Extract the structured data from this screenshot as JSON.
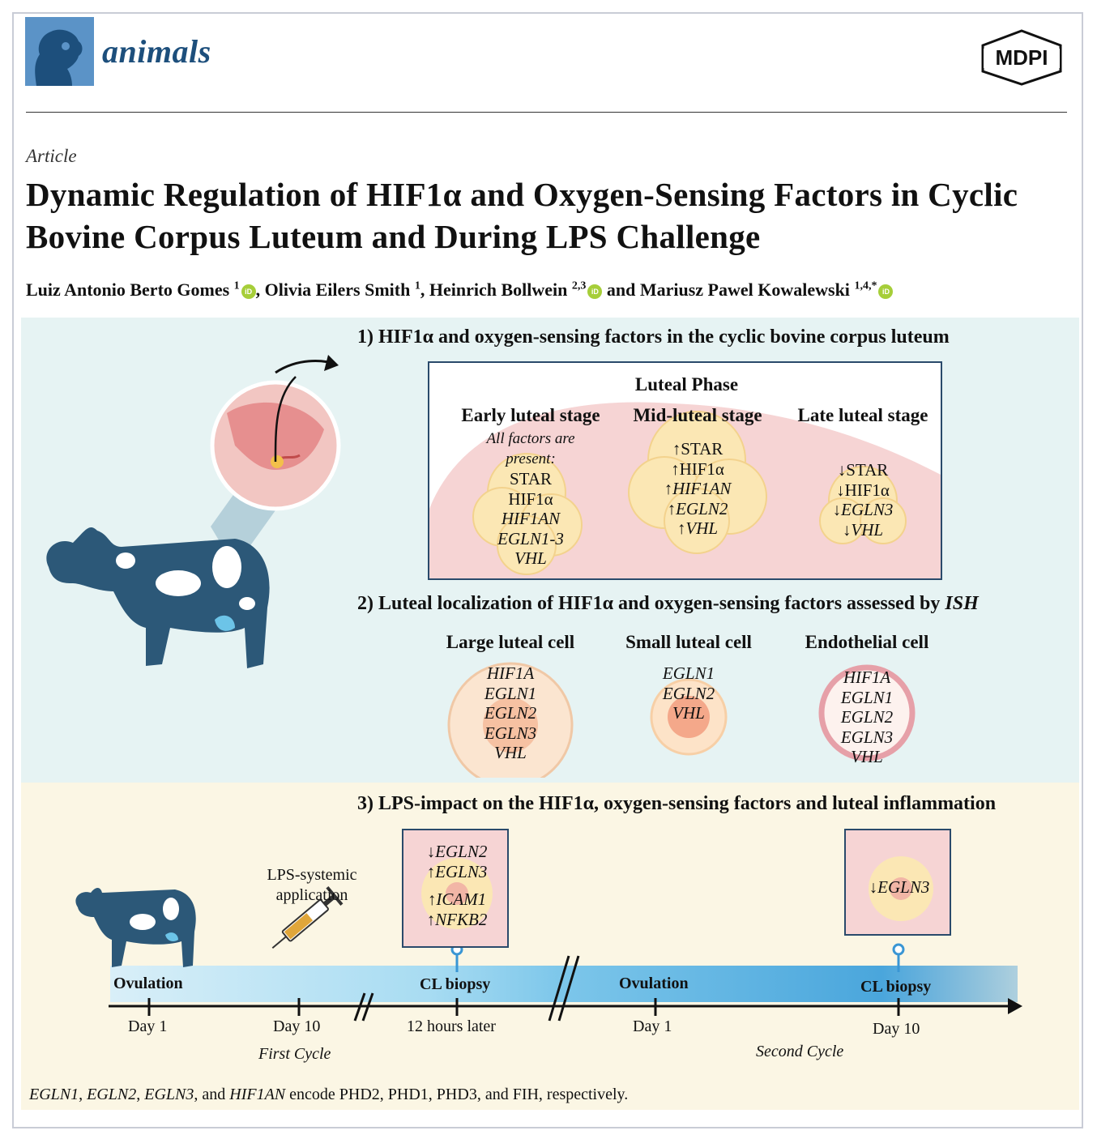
{
  "header": {
    "journal": "animals",
    "publisher": "MDPI",
    "article_type": "Article",
    "title": "Dynamic Regulation of HIF1α and Oxygen-Sensing Factors in Cyclic Bovine Corpus Luteum and During LPS Challenge",
    "authors": [
      {
        "name": "Luiz Antonio Berto Gomes",
        "aff": "1",
        "orcid": true,
        "sep": ", "
      },
      {
        "name": "Olivia Eilers Smith",
        "aff": "1",
        "orcid": false,
        "sep": ", "
      },
      {
        "name": "Heinrich Bollwein",
        "aff": "2,3",
        "orcid": true,
        "sep": " and "
      },
      {
        "name": "Mariusz Pawel Kowalewski",
        "aff": "1,4,*",
        "orcid": true,
        "sep": ""
      }
    ],
    "orcid_icon_label": "iD"
  },
  "section1": {
    "title": "1) HIF1α and oxygen-sensing factors in the cyclic bovine corpus luteum",
    "phase": "Luteal Phase",
    "stages": [
      {
        "name": "Early luteal stage",
        "note": [
          "All factors are",
          "present:"
        ],
        "genes": [
          {
            "t": "STAR",
            "i": false
          },
          {
            "t": "HIF1α",
            "i": false
          },
          {
            "t": "HIF1AN",
            "i": true
          },
          {
            "t": "EGLN1-3",
            "i": true
          },
          {
            "t": "VHL",
            "i": true
          }
        ]
      },
      {
        "name": "Mid-luteal stage",
        "note": [],
        "genes": [
          {
            "t": "↑STAR",
            "i": false
          },
          {
            "t": "↑HIF1α",
            "i": false
          },
          {
            "t": "↑HIF1AN",
            "i": true
          },
          {
            "t": "↑EGLN2",
            "i": true
          },
          {
            "t": "↑VHL",
            "i": true
          }
        ]
      },
      {
        "name": "Late luteal stage",
        "note": [],
        "genes": [
          {
            "t": "↓STAR",
            "i": false
          },
          {
            "t": "↓HIF1α",
            "i": false
          },
          {
            "t": "↓EGLN3",
            "i": true
          },
          {
            "t": "↓VHL",
            "i": true
          }
        ]
      }
    ]
  },
  "section2": {
    "title": "2) Luteal localization of HIF1α and oxygen-sensing factors assessed by",
    "title_italic": "ISH",
    "cells": [
      {
        "name": "Large luteal cell",
        "genes": [
          "HIF1A",
          "EGLN1",
          "EGLN2",
          "EGLN3",
          "VHL"
        ]
      },
      {
        "name": "Small luteal cell",
        "genes": [
          "EGLN1",
          "EGLN2",
          "VHL"
        ]
      },
      {
        "name": "Endothelial cell",
        "genes": [
          "HIF1A",
          "EGLN1",
          "EGLN2",
          "EGLN3",
          "VHL"
        ]
      }
    ]
  },
  "section3": {
    "title": "3) LPS-impact on the HIF1α, oxygen-sensing factors and luteal inflammation",
    "lps_label": [
      "LPS-systemic",
      "application"
    ],
    "biopsy1_genes": [
      "↓EGLN2",
      "↑EGLN3",
      "",
      "↑ICAM1",
      "↑NFKB2"
    ],
    "biopsy2_genes": [
      "↓EGLN3"
    ],
    "timeline": {
      "ovulation1": "Ovulation",
      "biopsy1": "CL biopsy",
      "ovulation2": "Ovulation",
      "biopsy2": "CL biopsy",
      "day1a": "Day 1",
      "day10a": "Day 10",
      "later": "12 hours later",
      "day1b": "Day 1",
      "day10b": "Day 10",
      "cycle1": "First Cycle",
      "cycle2": "Second Cycle"
    }
  },
  "footnote": {
    "parts": [
      {
        "t": "EGLN1",
        "i": true
      },
      {
        "t": ", ",
        "i": false
      },
      {
        "t": "EGLN2",
        "i": true
      },
      {
        "t": ", ",
        "i": false
      },
      {
        "t": "EGLN3",
        "i": true
      },
      {
        "t": ", and ",
        "i": false
      },
      {
        "t": "HIF1AN",
        "i": true
      },
      {
        "t": " encode PHD2, PHD1, PHD3, and FIH, respectively.",
        "i": false
      }
    ]
  },
  "colors": {
    "journal_blue": "#1d4f7c",
    "cow_blue": "#2c5878",
    "panel_top": "#e6f3f3",
    "panel_bottom": "#fbf6e4",
    "tissue_pink": "#f6d4d4",
    "luteal_yellow": "#fbe7b4",
    "orcid_green": "#a6ce39"
  }
}
